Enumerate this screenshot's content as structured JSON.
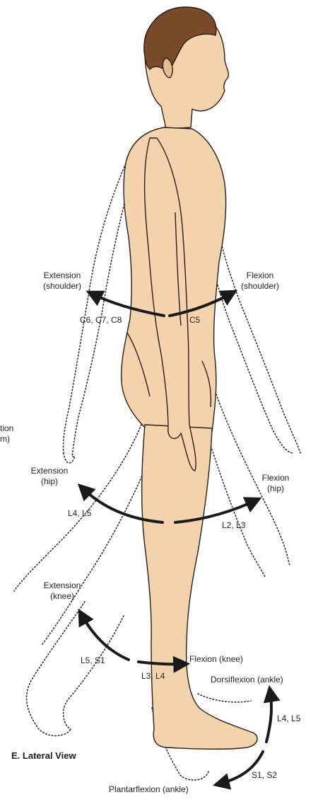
{
  "colors": {
    "skin": "#f3d3ac",
    "skin_shade": "#e2b07f",
    "outline": "#2b1e18",
    "hair": "#7a4a2a",
    "arrow": "#1a1a1a",
    "dots": "#3a2c22"
  },
  "figure": {
    "view_letter": "E.",
    "view_name": "Lateral View"
  },
  "movements": {
    "shoulder_extension": {
      "line1": "Extension",
      "line2": "(shoulder)",
      "segments": "C6, C7, C8"
    },
    "shoulder_flexion": {
      "line1": "Flexion",
      "line2": "(shoulder)",
      "segments": "C5"
    },
    "elbow_cut": {
      "line1": "tion",
      "line2": "m)"
    },
    "hip_extension": {
      "line1": "Extension",
      "line2": "(hip)",
      "segments": "L4, L5"
    },
    "hip_flexion": {
      "line1": "Flexion",
      "line2": "(hip)",
      "segments": "L2, L3"
    },
    "knee_extension": {
      "line1": "Extension",
      "line2": "(knee)",
      "segments": "L5, S1"
    },
    "knee_flexion": {
      "line1": "Flexion (knee)",
      "segments": "L3, L4"
    },
    "ankle_dorsiflexion": {
      "line1": "Dorsiflexion (ankle)",
      "segments": "L4, L5"
    },
    "ankle_plantarflexion": {
      "line1": "Plantarflexion (ankle)",
      "segments": "S1, S2"
    }
  }
}
